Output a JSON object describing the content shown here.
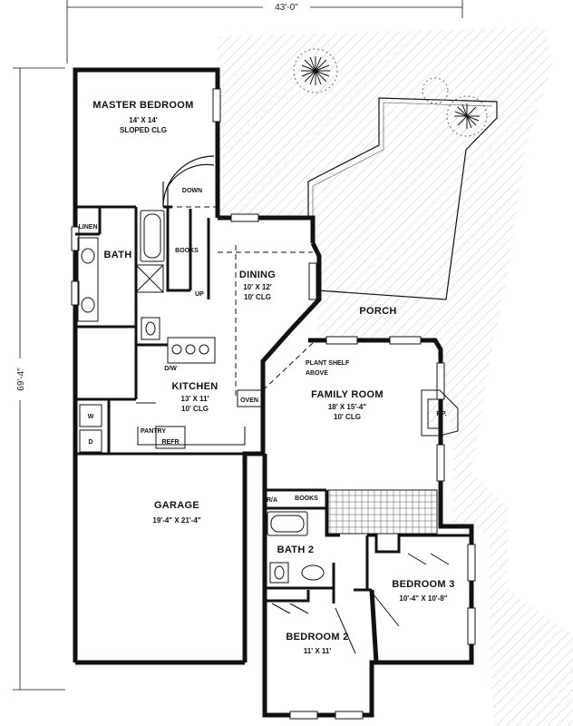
{
  "overall": {
    "width": "43'-0\"",
    "depth": "69'-4\""
  },
  "rooms": {
    "master_bedroom": {
      "name": "MASTER BEDROOM",
      "size": "14' X 14'",
      "note": "SLOPED CLG"
    },
    "linen": "LINEN",
    "bath": "BATH",
    "down": "DOWN",
    "books_upper": "BOOKS",
    "up": "UP",
    "dining": {
      "name": "DINING",
      "size": "10' X 12'",
      "note": "10' CLG"
    },
    "porch": "PORCH",
    "plant_shelf": {
      "line1": "PLANT SHELF",
      "line2": "ABOVE"
    },
    "dw": "D/W",
    "kitchen": {
      "name": "KITCHEN",
      "size": "13' X 11'",
      "note": "10' CLG"
    },
    "oven": "OVEN",
    "family_room": {
      "name": "FAMILY ROOM",
      "size": "18' X 15'-4\"",
      "note": "10' CLG"
    },
    "fireplace": "F.P.",
    "washer": "W",
    "dryer": "D",
    "pantry": "PANTRY",
    "refr": "REFR",
    "garage": {
      "name": "GARAGE",
      "size": "19'-4\" X 21'-4\""
    },
    "ra": "R/A",
    "books_lower": "BOOKS",
    "bath2": "BATH 2",
    "bedroom3": {
      "name": "BEDROOM 3",
      "size": "10'-4\" X 10'-8\""
    },
    "bedroom2": {
      "name": "BEDROOM 2",
      "size": "11' X 11'"
    }
  }
}
